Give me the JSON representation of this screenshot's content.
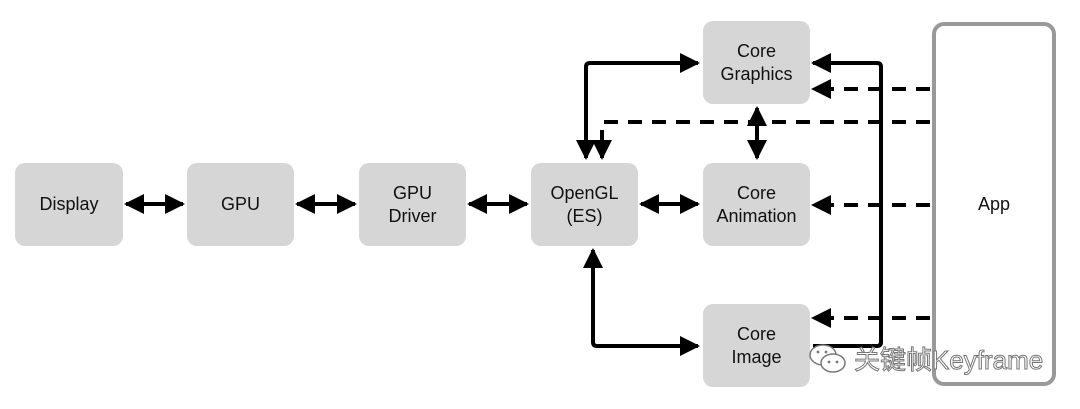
{
  "diagram": {
    "nodes": {
      "display": "Display",
      "gpu": "GPU",
      "gpu_driver": [
        "GPU",
        "Driver"
      ],
      "opengl": [
        "OpenGL",
        "(ES)"
      ],
      "core_graphics": [
        "Core",
        "Graphics"
      ],
      "core_animation": [
        "Core",
        "Animation"
      ],
      "core_image": [
        "Core",
        "Image"
      ],
      "app": "App"
    },
    "edges": [
      {
        "from": "Display",
        "to": "GPU",
        "style": "solid",
        "direction": "both"
      },
      {
        "from": "GPU",
        "to": "GPU Driver",
        "style": "solid",
        "direction": "both"
      },
      {
        "from": "GPU Driver",
        "to": "OpenGL (ES)",
        "style": "solid",
        "direction": "both"
      },
      {
        "from": "OpenGL (ES)",
        "to": "Core Animation",
        "style": "solid",
        "direction": "both"
      },
      {
        "from": "OpenGL (ES)",
        "to": "Core Graphics",
        "style": "solid",
        "direction": "both"
      },
      {
        "from": "OpenGL (ES)",
        "to": "Core Image",
        "style": "solid",
        "direction": "both"
      },
      {
        "from": "Core Graphics",
        "to": "Core Animation",
        "style": "solid",
        "direction": "both"
      },
      {
        "from": "Core Image",
        "to": "Core Graphics",
        "style": "solid",
        "direction": "forward"
      },
      {
        "from": "App",
        "to": "Core Graphics",
        "style": "dashed",
        "direction": "forward"
      },
      {
        "from": "App",
        "to": "OpenGL (ES)",
        "style": "dashed",
        "direction": "forward"
      },
      {
        "from": "App",
        "to": "Core Animation",
        "style": "dashed",
        "direction": "forward"
      },
      {
        "from": "App",
        "to": "Core Image",
        "style": "dashed",
        "direction": "forward"
      }
    ]
  },
  "watermark": {
    "text": "关键帧Keyframe"
  }
}
